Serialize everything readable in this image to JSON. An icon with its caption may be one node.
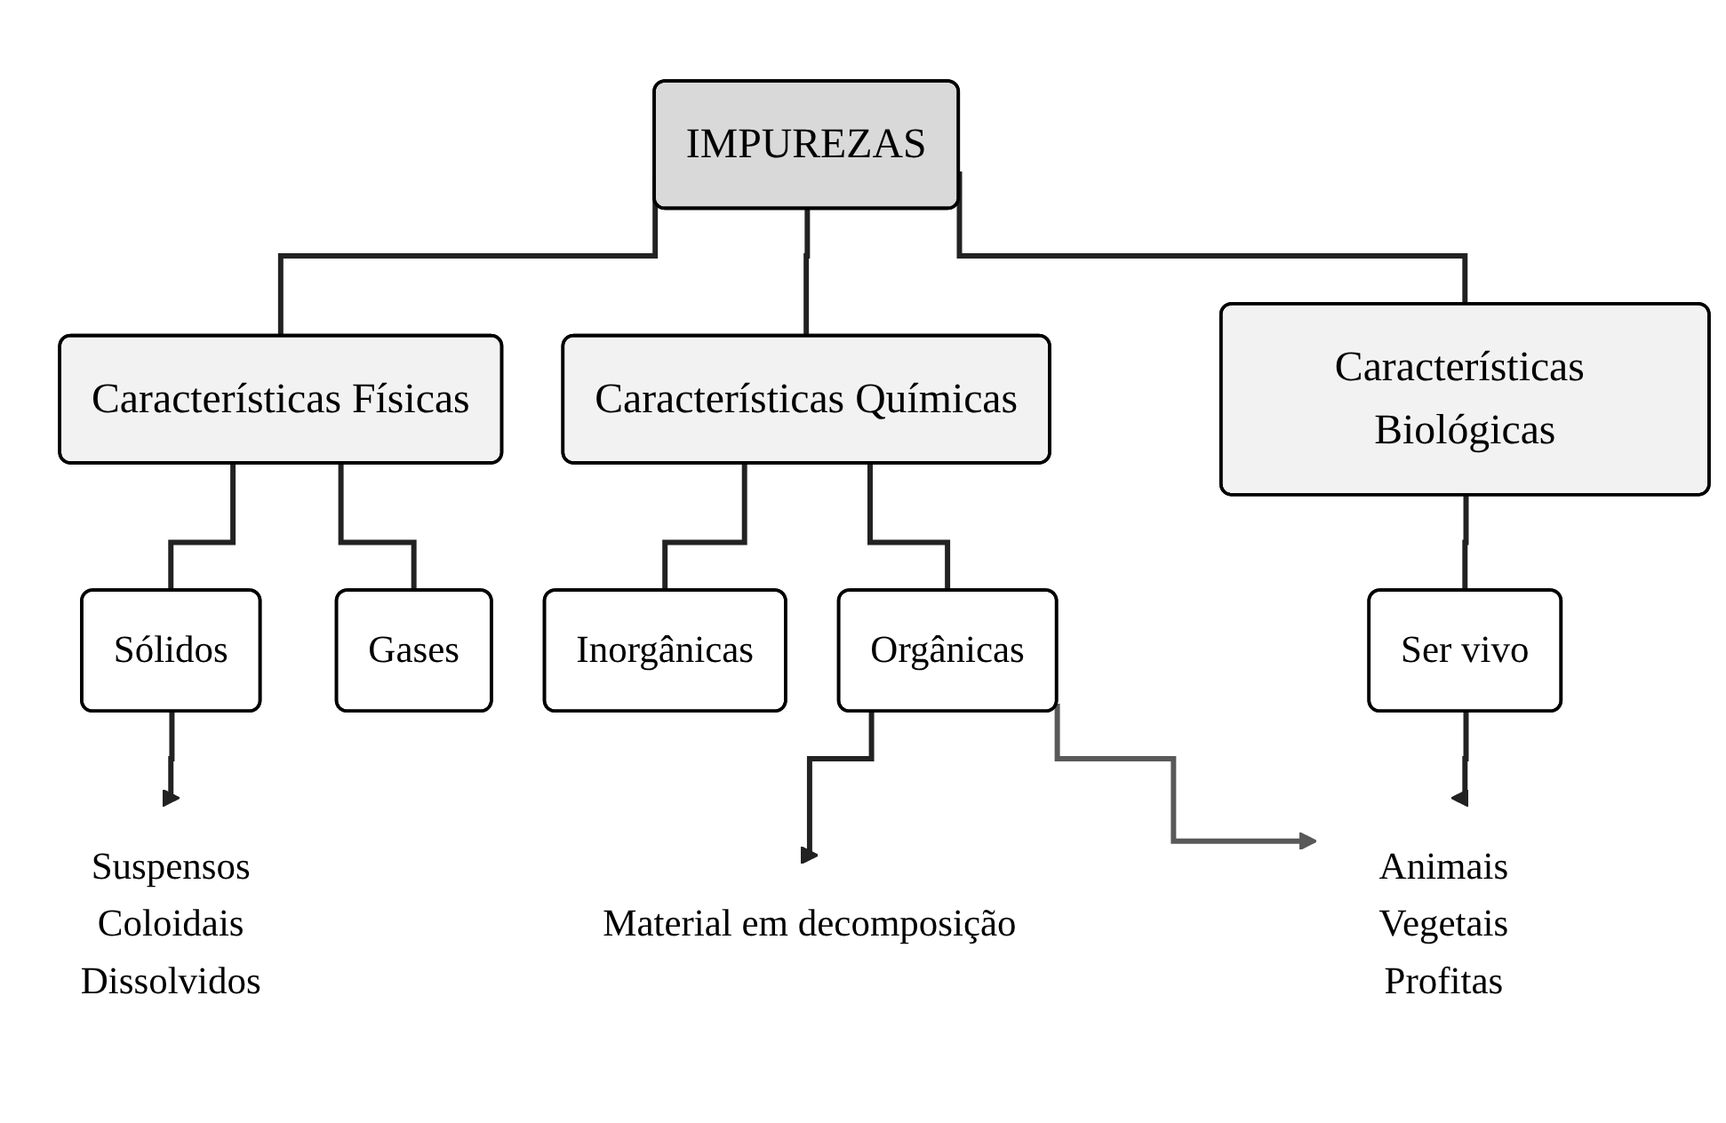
{
  "diagram": {
    "nodes": [
      {
        "text": [
          "IMPUREZAS"
        ]
      },
      {
        "text": [
          "Características Físicas"
        ]
      },
      {
        "text": [
          "Características Químicas"
        ]
      },
      {
        "text": [
          "Características Biológicas"
        ]
      },
      {
        "text": [
          "Sólidos"
        ]
      },
      {
        "text": [
          "Gases"
        ]
      },
      {
        "text": [
          "Inorgânicas"
        ]
      },
      {
        "text": [
          "Orgânicas"
        ]
      },
      {
        "text": [
          "Ser vivo"
        ]
      },
      {
        "text": [
          "Suspensos",
          "Coloidais",
          "Dissolvidos"
        ]
      },
      {
        "text": [
          "Material em decomposição"
        ]
      },
      {
        "text": [
          "Animais",
          "Vegetais",
          "Profitas"
        ]
      }
    ],
    "edges": [
      {
        "from": 0,
        "to": 1,
        "arrow": "none"
      },
      {
        "from": 0,
        "to": 2,
        "arrow": "none"
      },
      {
        "from": 0,
        "to": 3,
        "arrow": "none"
      },
      {
        "from": 1,
        "to": 4,
        "arrow": "none"
      },
      {
        "from": 1,
        "to": 5,
        "arrow": "none"
      },
      {
        "from": 2,
        "to": 6,
        "arrow": "none"
      },
      {
        "from": 2,
        "to": 7,
        "arrow": "none"
      },
      {
        "from": 3,
        "to": 8,
        "arrow": "none"
      },
      {
        "from": 4,
        "to": 9,
        "arrow": "to"
      },
      {
        "from": 7,
        "to": 10,
        "arrow": "to"
      },
      {
        "from": 7,
        "to": 11,
        "arrow": "to",
        "color": "#595959"
      },
      {
        "from": 8,
        "to": 11,
        "arrow": "to"
      }
    ]
  }
}
